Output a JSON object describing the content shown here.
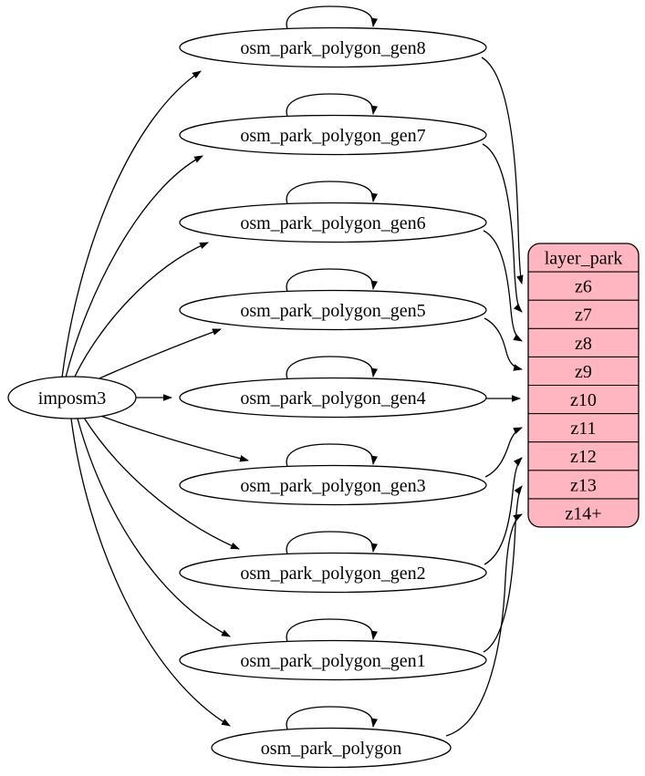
{
  "diagram": {
    "type": "graphviz-dependency-graph",
    "background": "#ffffff",
    "source": {
      "label": "imposm3"
    },
    "tables": [
      {
        "label": "osm_park_polygon_gen8",
        "feeds": "z6",
        "self_loop": true
      },
      {
        "label": "osm_park_polygon_gen7",
        "feeds": "z7",
        "self_loop": true
      },
      {
        "label": "osm_park_polygon_gen6",
        "feeds": "z8",
        "self_loop": true
      },
      {
        "label": "osm_park_polygon_gen5",
        "feeds": "z9",
        "self_loop": true
      },
      {
        "label": "osm_park_polygon_gen4",
        "feeds": "z10",
        "self_loop": true
      },
      {
        "label": "osm_park_polygon_gen3",
        "feeds": "z11",
        "self_loop": true
      },
      {
        "label": "osm_park_polygon_gen2",
        "feeds": "z12",
        "self_loop": true
      },
      {
        "label": "osm_park_polygon_gen1",
        "feeds": "z13",
        "self_loop": true
      },
      {
        "label": "osm_park_polygon",
        "feeds": "z14+",
        "self_loop": true
      }
    ],
    "layer": {
      "title": "layer_park",
      "rows": [
        "z6",
        "z7",
        "z8",
        "z9",
        "z10",
        "z11",
        "z12",
        "z13",
        "z14+"
      ]
    },
    "colors": {
      "layer_fill": "#ffb6c1",
      "node_fill": "#ffffff",
      "stroke": "#000000",
      "edge": "#000000"
    }
  }
}
